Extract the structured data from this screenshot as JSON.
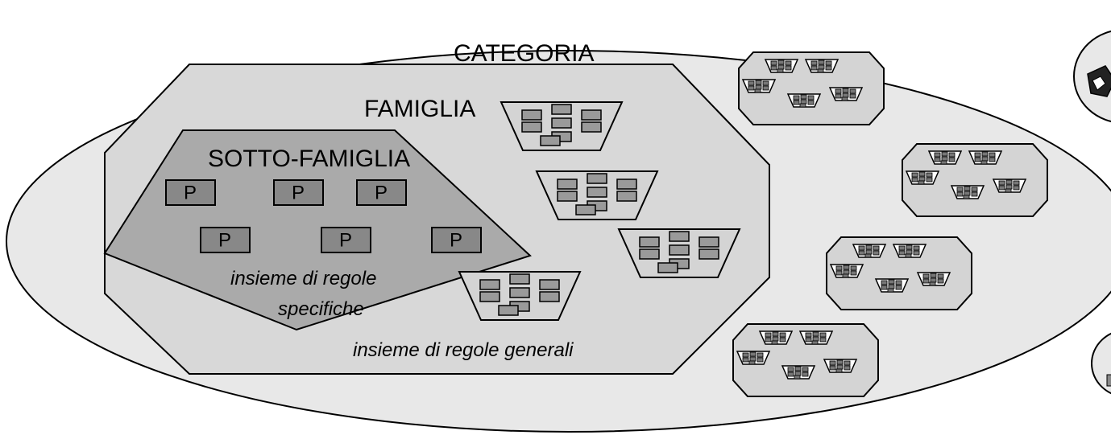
{
  "diagram": {
    "category_label": "CATEGORIA",
    "family_label": "FAMIGLIA",
    "subfamily_label": "SOTTO-FAMIGLIA",
    "product_label": "P",
    "specific_rules_line1": "insieme di regole",
    "specific_rules_line2": "specifiche",
    "general_rules_label": "insieme di regole generali"
  },
  "colors": {
    "category_fill": "#e8e8e8",
    "family_fill": "#d8d8d8",
    "subfamily_fill": "#aaaaaa",
    "product_fill": "#888888",
    "stroke": "#000000"
  }
}
